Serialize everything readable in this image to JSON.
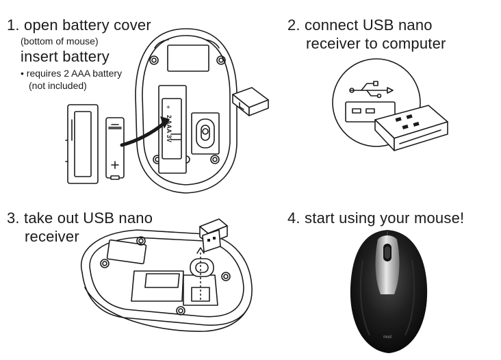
{
  "steps": [
    {
      "title": "1. open battery cover",
      "note": "(bottom of mouse)",
      "subtitle": "insert battery",
      "bullet": "• requires 2 AAA battery",
      "bullet_cont": "(not included)"
    },
    {
      "title_line1": "2. connect USB nano",
      "title_line2": "receiver to computer"
    },
    {
      "title_line1": "3. take out USB nano",
      "title_line2": "receiver"
    },
    {
      "title": "4. start using your mouse!"
    }
  ],
  "battery_label": "2 AAA 3V",
  "battery_plus": "+",
  "battery_minus": "−",
  "mouse_brand": "mod"
}
